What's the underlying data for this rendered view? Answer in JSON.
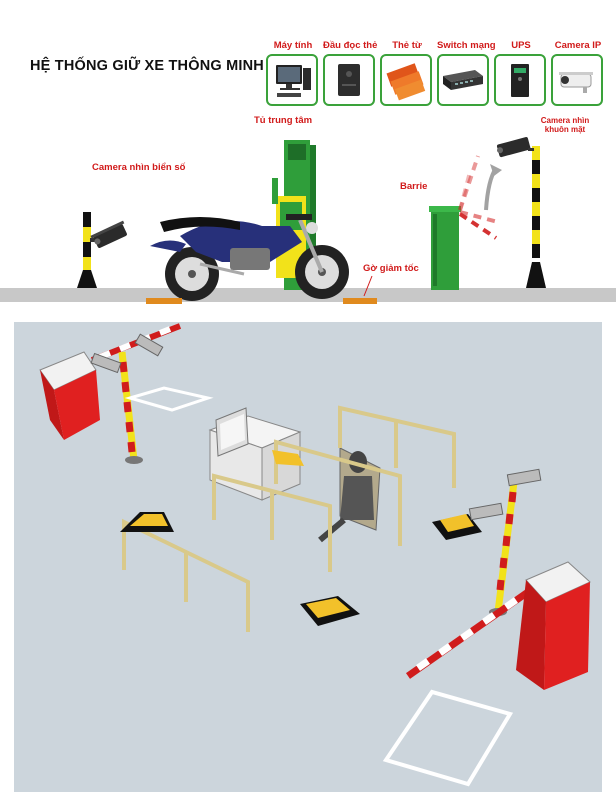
{
  "title": "HỆ THỐNG GIỮ XE THÔNG MINH",
  "devices": [
    {
      "label": "Máy tính",
      "icon": "computer-icon"
    },
    {
      "label": "Đầu đọc thẻ",
      "icon": "card-reader-icon"
    },
    {
      "label": "Thẻ từ",
      "icon": "rfid-card-icon"
    },
    {
      "label": "Switch mạng",
      "icon": "network-switch-icon"
    },
    {
      "label": "UPS",
      "icon": "ups-icon"
    },
    {
      "label": "Camera IP",
      "icon": "ip-camera-icon"
    }
  ],
  "labels": {
    "central_cabinet": "Tủ trung tâm",
    "plate_camera": "Camera nhìn biển số",
    "face_camera": "Camera nhìn khuôn mặt",
    "barrier": "Barrie",
    "speed_bump": "Gờ giảm tốc"
  },
  "colors": {
    "label_red": "#d11a1a",
    "device_border": "#3aa23a",
    "cabinet_green": "#2f9e3a",
    "pole_yellow": "#f2e21a",
    "barrier_red": "#d01c1c",
    "floor_blue_gray": "#ccd5dc"
  }
}
